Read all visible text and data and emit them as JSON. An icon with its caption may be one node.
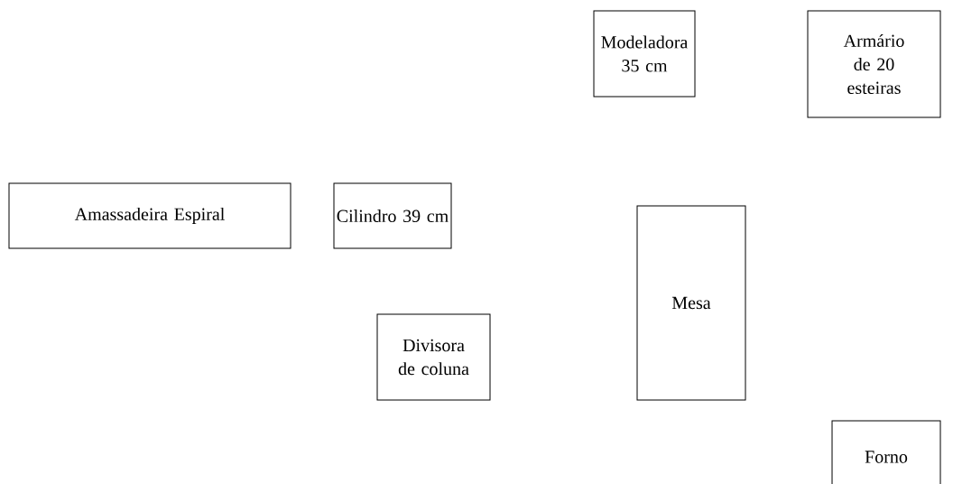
{
  "diagram": {
    "nodes": [
      {
        "text": [
          "Modeladora 35 cm"
        ]
      },
      {
        "text": [
          "Armário de 20 esteiras"
        ]
      },
      {
        "text": [
          "Amassadeira Espiral"
        ]
      },
      {
        "text": [
          "Cilindro 39 cm"
        ]
      },
      {
        "text": [
          "Mesa"
        ]
      },
      {
        "text": [
          "Divisora de coluna"
        ]
      },
      {
        "text": [
          "Forno"
        ]
      }
    ]
  }
}
